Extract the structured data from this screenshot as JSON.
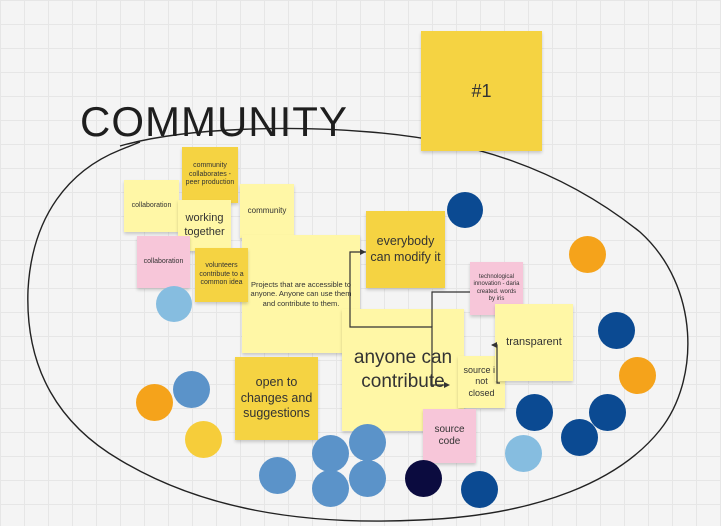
{
  "board": {
    "title": "COMMUNITY",
    "notes": {
      "n1": "#1",
      "collab_peer": "community collaborates - peer production",
      "collaboration_1": "collaboration",
      "working_together": "working together",
      "community": "community",
      "collaboration_2": "collaboration",
      "volunteers": "volunteers contribute to a common idea",
      "projects_accessible": "Projects that are accessible to anyone. Anyone can use them and contribute to them.",
      "everybody_modify": "everybody can modify it",
      "tech_innovation": "technological innovation - daria created. words by iris",
      "transparent": "transparent",
      "anyone_contribute": "anyone can contribute",
      "source_closed": "source is not closed",
      "open_changes": "open to changes and suggestions",
      "source_code": "source code"
    },
    "colors": {
      "yellow": "#f5d342",
      "light_yellow": "#fff7a6",
      "pink": "#f7c6d9",
      "dark_blue": "#0b4a92",
      "mid_blue": "#5b93c9",
      "light_blue": "#86bde0",
      "orange": "#f5a31b",
      "golden": "#f6cd3a",
      "navy": "#0b0b3f"
    }
  }
}
